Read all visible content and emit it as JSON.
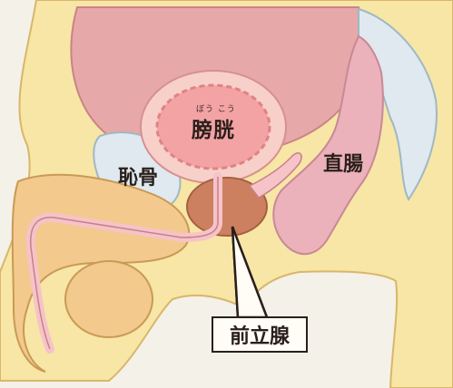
{
  "labels": {
    "bladder_reading": "ぼう こう",
    "bladder": "膀胱",
    "pubic_bone": "恥骨",
    "rectum": "直腸",
    "prostate": "前立腺"
  },
  "colors": {
    "background": "#f4f1e8",
    "skin": "#f7e6a6",
    "abdomen": "#e7a8a9",
    "bladder": "#f3a3a4",
    "urethra": "#f6c3c9",
    "prostate": "#cc8060",
    "bone": "#dfe9ef",
    "rectum": "#ebb2bb",
    "leader_line": "#2a1f1a"
  }
}
